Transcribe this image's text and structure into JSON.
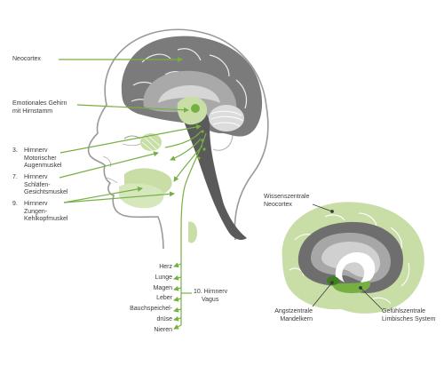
{
  "colors": {
    "green": "#76b043",
    "light_green": "#c8dea6",
    "mid_green": "#a8cc7a",
    "dark_grey": "#6e6e6e",
    "mid_grey": "#a7a7a7",
    "light_grey": "#d9d9d9",
    "outline_grey": "#9a9a9a",
    "text": "#3a3a3a"
  },
  "labels": {
    "neocortex": "Neocortex",
    "emotional_line1": "Emotionales Gehirn",
    "emotional_line2": "mit Hirnstamm",
    "n3_num": "3.",
    "n3_line1": "Hirnnerv",
    "n3_line2": "Motorischer",
    "n3_line3": "Augenmuskel",
    "n7_num": "7.",
    "n7_line1": "Hirnnerv",
    "n7_line2": "Schläfen-",
    "n7_line3": "Gesichtsmuskel",
    "n9_num": "9.",
    "n9_line1": "Hirnnerv",
    "n9_line2": "Zungen-",
    "n9_line3": "Kehlkopfmuskel",
    "vagus_line1": "10. Hirnnerv",
    "vagus_line2": "Vagus"
  },
  "organs": [
    "Herz",
    "Lunge",
    "Magen",
    "Leber",
    "Bauchspeichel-",
    "drüse",
    "Nieren"
  ],
  "inset": {
    "wissen_line1": "Wissenszentrale",
    "wissen_line2": "Neocortex",
    "angst_line1": "Angstzentrale",
    "angst_line2": "Mandelkern",
    "gefuehl_line1": "Gefühlszentrale",
    "gefuehl_line2": "Limbisches System"
  },
  "icons": [
    "head-profile-illustration",
    "brain-section-illustration",
    "nerve-arrow-icon"
  ]
}
